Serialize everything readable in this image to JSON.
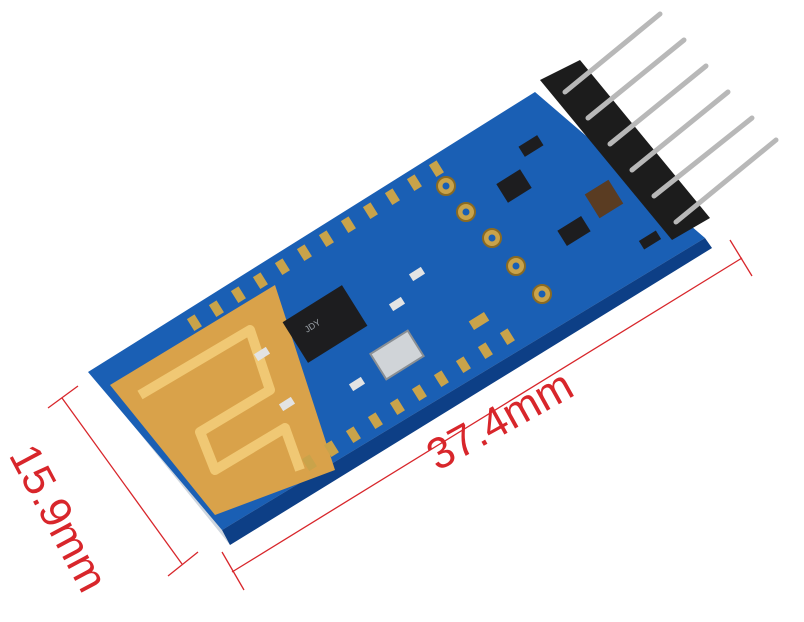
{
  "dimensions": {
    "width_label": "37.4mm",
    "height_label": "15.9mm"
  },
  "chip_marking": "JDY",
  "colors": {
    "pcb": "#1a5fb4",
    "pcb_dark": "#0d3f86",
    "antenna": "#d9a24a",
    "pad": "#c9a34a",
    "pin": "#b8b8b8",
    "header": "#1c1c1c",
    "dimension_line": "#d8262b"
  }
}
